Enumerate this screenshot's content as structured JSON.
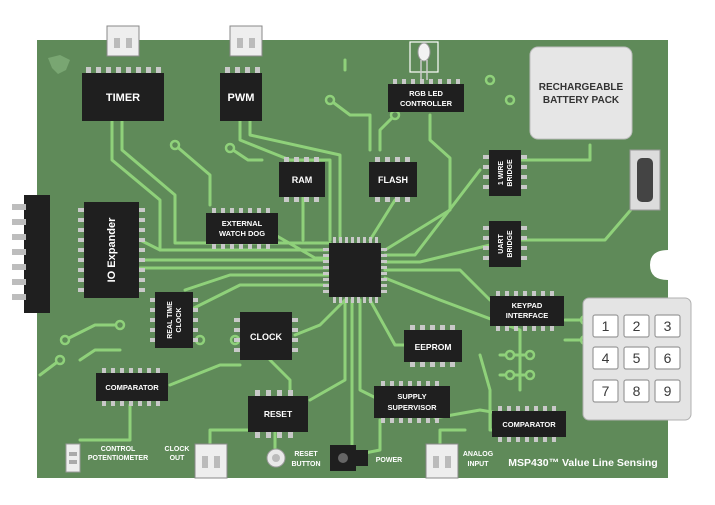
{
  "colors": {
    "board": "#5f8a59",
    "trace": "#8fd17a",
    "chip": "#1f1f1f",
    "pin": "#c9c9c9"
  },
  "board_title": "MSP430™ Value Line Sensing",
  "logo_icon": "ti-logo-icon",
  "chips": {
    "timer": "TIMER",
    "pwm": "PWM",
    "rgb_led_line1": "RGB LED",
    "rgb_led_line2": "CONTROLLER",
    "ram": "RAM",
    "flash": "FLASH",
    "watchdog_line1": "EXTERNAL",
    "watchdog_line2": "WATCH DOG",
    "io_expander": "IO Expander",
    "rtc_line1": "REAL TIME",
    "rtc_line2": "CLOCK",
    "clock": "CLOCK",
    "eeprom": "EEPROM",
    "comparator_left": "COMPARATOR",
    "reset": "RESET",
    "supervisor_line1": "SUPPLY",
    "supervisor_line2": "SUPERVISOR",
    "one_wire_line1": "1 WIRE",
    "one_wire_line2": "BRIDGE",
    "uart_line1": "UART",
    "uart_line2": "BRIDGE",
    "keypad_line1": "KEYPAD",
    "keypad_line2": "INTERFACE",
    "comparator_right": "COMPARATOR"
  },
  "battery_line1": "RECHARGEABLE",
  "battery_line2": "BATTERY PACK",
  "labels": {
    "control_pot_line1": "CONTROL",
    "control_pot_line2": "POTENTIOMETER",
    "clock_out_line1": "CLOCK",
    "clock_out_line2": "OUT",
    "reset_button_line1": "RESET",
    "reset_button_line2": "BUTTON",
    "power": "POWER",
    "analog_input_line1": "ANALOG",
    "analog_input_line2": "INPUT"
  },
  "keypad_keys": [
    "1",
    "2",
    "3",
    "4",
    "5",
    "6",
    "7",
    "8",
    "9"
  ]
}
